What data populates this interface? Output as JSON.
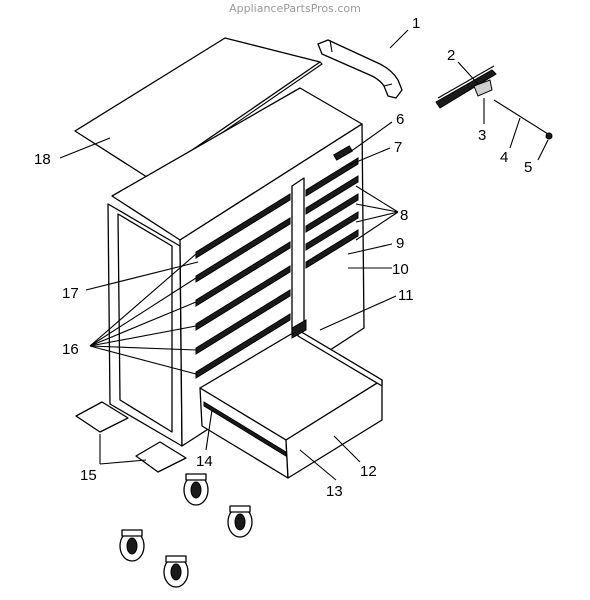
{
  "watermark": "AppliancePartsPros.com",
  "callouts": [
    {
      "id": "1",
      "text": "1"
    },
    {
      "id": "2",
      "text": "2"
    },
    {
      "id": "3",
      "text": "3"
    },
    {
      "id": "4",
      "text": "4"
    },
    {
      "id": "5",
      "text": "5"
    },
    {
      "id": "6",
      "text": "6"
    },
    {
      "id": "7",
      "text": "7"
    },
    {
      "id": "8",
      "text": "8"
    },
    {
      "id": "9",
      "text": "9"
    },
    {
      "id": "10",
      "text": "10"
    },
    {
      "id": "11",
      "text": "11"
    },
    {
      "id": "12",
      "text": "12"
    },
    {
      "id": "13",
      "text": "13"
    },
    {
      "id": "14",
      "text": "14"
    },
    {
      "id": "15",
      "text": "15"
    },
    {
      "id": "16",
      "text": "16"
    },
    {
      "id": "17",
      "text": "17"
    },
    {
      "id": "18",
      "text": "18"
    }
  ]
}
